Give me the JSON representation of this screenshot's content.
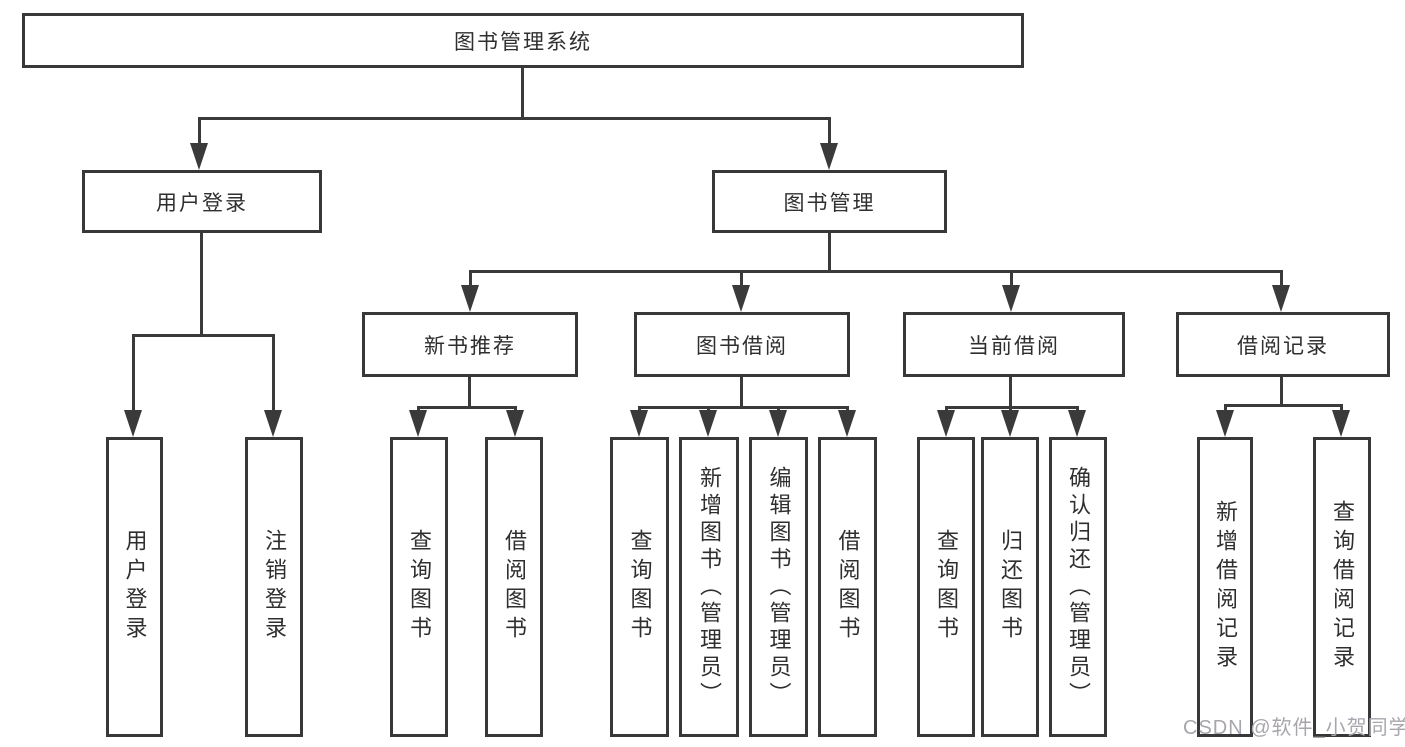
{
  "watermark": "CSDN @软件_小贺同学",
  "colors": {
    "line": "#3a3a3a",
    "border": "#383838",
    "text": "#2f2f2f",
    "watermark": "#a9a5ad"
  },
  "tree": {
    "root": "图书管理系统",
    "children": [
      {
        "label": "用户登录",
        "children": [
          {
            "label": "用户登录"
          },
          {
            "label": "注销登录"
          }
        ]
      },
      {
        "label": "图书管理",
        "children": [
          {
            "label": "新书推荐",
            "children": [
              {
                "label": "查询图书"
              },
              {
                "label": "借阅图书"
              }
            ]
          },
          {
            "label": "图书借阅",
            "children": [
              {
                "label": "查询图书"
              },
              {
                "label": "新增图书（管理员）"
              },
              {
                "label": "编辑图书（管理员）"
              },
              {
                "label": "借阅图书"
              }
            ]
          },
          {
            "label": "当前借阅",
            "children": [
              {
                "label": "查询图书"
              },
              {
                "label": "归还图书"
              },
              {
                "label": "确认归还（管理员）"
              }
            ]
          },
          {
            "label": "借阅记录",
            "children": [
              {
                "label": "新增借阅记录"
              },
              {
                "label": "查询借阅记录"
              }
            ]
          }
        ]
      }
    ]
  }
}
